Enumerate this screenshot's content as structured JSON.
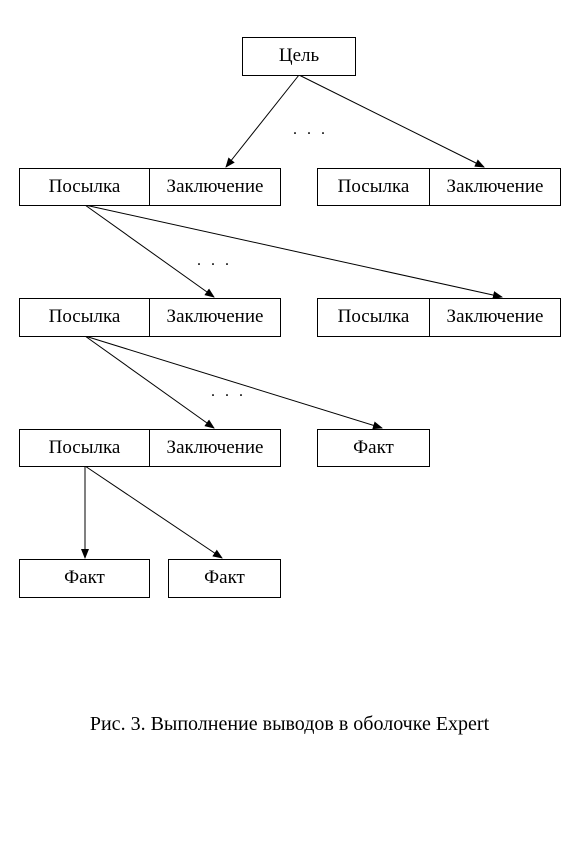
{
  "goal_label": "Цель",
  "rule_premise_label": "Посылка",
  "rule_conclusion_label": "Заключение",
  "fact_label": "Факт",
  "ellipsis": ". . .",
  "caption": "Рис. 3. Выполнение выводов в оболочке Expert"
}
